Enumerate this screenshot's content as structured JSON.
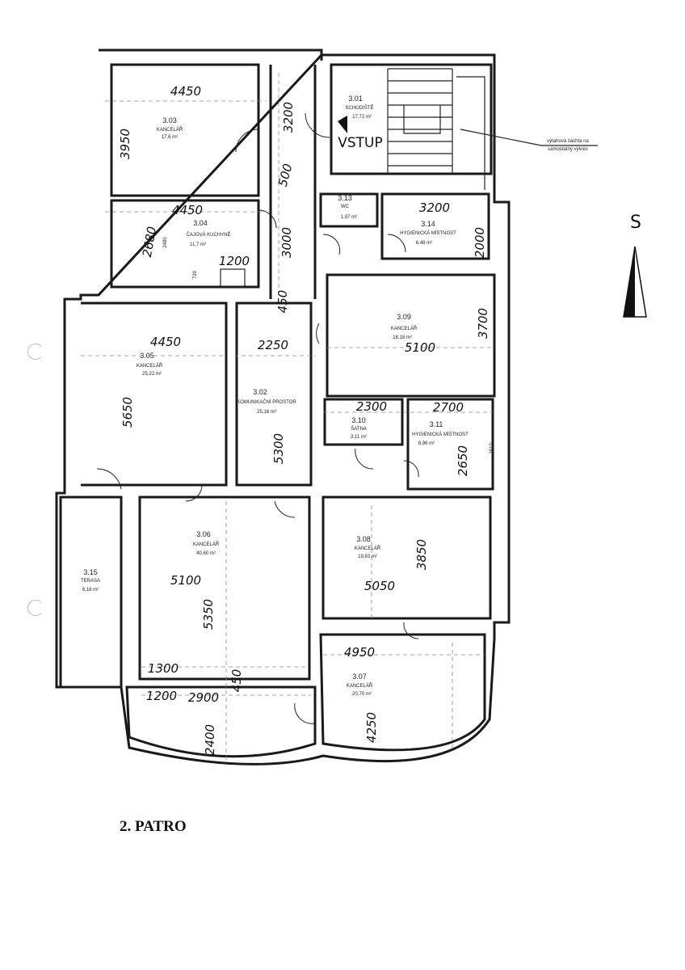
{
  "rooms": [
    {
      "id": "3.01",
      "name": "SCHODIŠTĚ",
      "area": "17,72 m²"
    },
    {
      "id": "3.02",
      "name": "KOMUNIKAČNÍ PROSTOR",
      "area": "25,16 m²"
    },
    {
      "id": "3.03",
      "name": "KANCELÁŘ",
      "area": "17,6 m²"
    },
    {
      "id": "3.04",
      "name": "ČAJOVÁ KUCHYNĚ",
      "area": "11,7 m²"
    },
    {
      "id": "3.05",
      "name": "KANCELÁŘ",
      "area": "25,22 m²"
    },
    {
      "id": "3.06",
      "name": "KANCELÁŘ",
      "area": "40,60 m²"
    },
    {
      "id": "3.07",
      "name": "KANCELÁŘ",
      "area": "20,70 m²"
    },
    {
      "id": "3.08",
      "name": "KANCELÁŘ",
      "area": "19,83 m²"
    },
    {
      "id": "3.09",
      "name": "KANCELÁŘ",
      "area": "18,18 m²"
    },
    {
      "id": "3.10",
      "name": "ŠATNA",
      "area": "3,11 m²"
    },
    {
      "id": "3.11",
      "name": "HYGIENICKÁ MÍSTNOST",
      "area": "6,86 m²"
    },
    {
      "id": "3.13",
      "name": "WC",
      "area": "1,87 m²"
    },
    {
      "id": "3.14",
      "name": "HYGIENICKÁ MÍSTNOST",
      "area": "6,48 m²"
    },
    {
      "id": "3.15",
      "name": "TERASA",
      "area": "6,18 m²"
    }
  ],
  "dimensions": [
    "4450",
    "3950",
    "3200",
    "500",
    "4450",
    "2680",
    "2480",
    "1200",
    "720",
    "3000",
    "3200",
    "2000",
    "450",
    "4450",
    "2250",
    "5650",
    "5300",
    "5100",
    "3700",
    "2300",
    "2700",
    "2650",
    "1610",
    "5100",
    "5350",
    "1300",
    "450",
    "1200",
    "2900",
    "2400",
    "5050",
    "3850",
    "4950",
    "4250"
  ],
  "entrance_label": "VSTUP",
  "note": [
    "výtahová šachta na",
    "samostatný výkres"
  ],
  "north_label": "S",
  "floor_title": "2. PATRO"
}
